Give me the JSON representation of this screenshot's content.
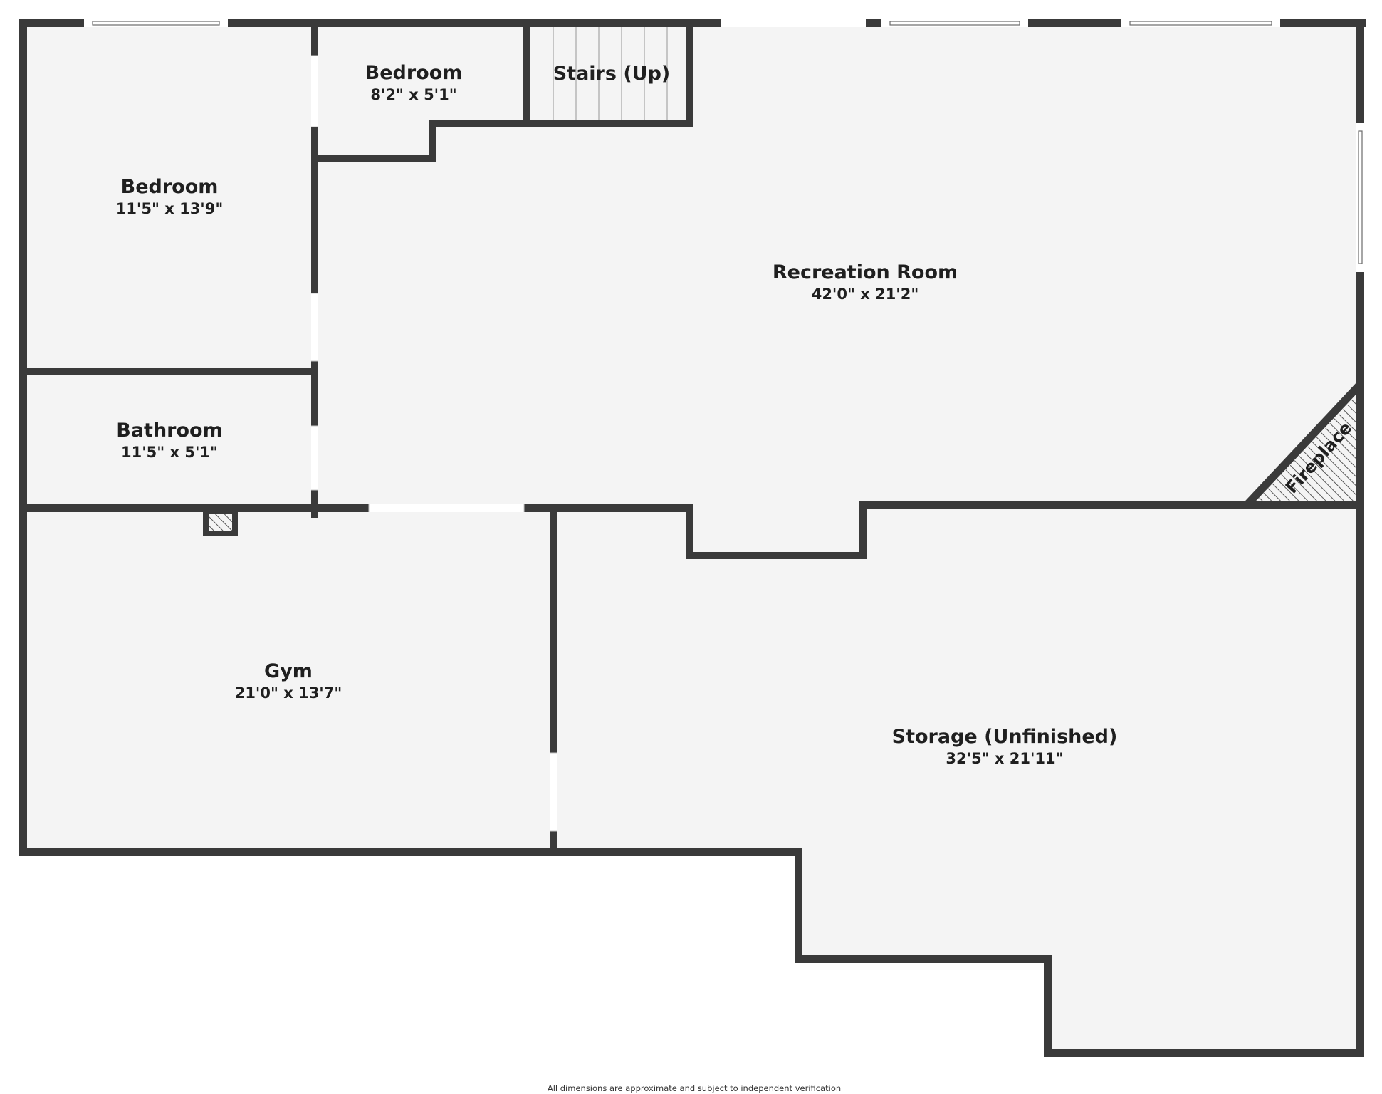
{
  "colors": {
    "wall": "#3a3a3a",
    "floor": "#f4f4f4",
    "background": "#ffffff",
    "opening": "#ffffff",
    "label": "#1f1f1f"
  },
  "rooms": [
    {
      "name": "Bedroom",
      "dimensions": "11'5\" x 13'9\""
    },
    {
      "name": "Bedroom",
      "dimensions": "8'2\" x 5'1\""
    },
    {
      "name": "Stairs (Up)",
      "dimensions": ""
    },
    {
      "name": "Recreation Room",
      "dimensions": "42'0\" x 21'2\""
    },
    {
      "name": "Bathroom",
      "dimensions": "11'5\" x 5'1\""
    },
    {
      "name": "Gym",
      "dimensions": "21'0\" x 13'7\""
    },
    {
      "name": "Storage (Unfinished)",
      "dimensions": "32'5\" x 21'11\""
    }
  ],
  "fireplace_label": "Fireplace",
  "disclaimer": "All dimensions are approximate and subject to independent verification"
}
